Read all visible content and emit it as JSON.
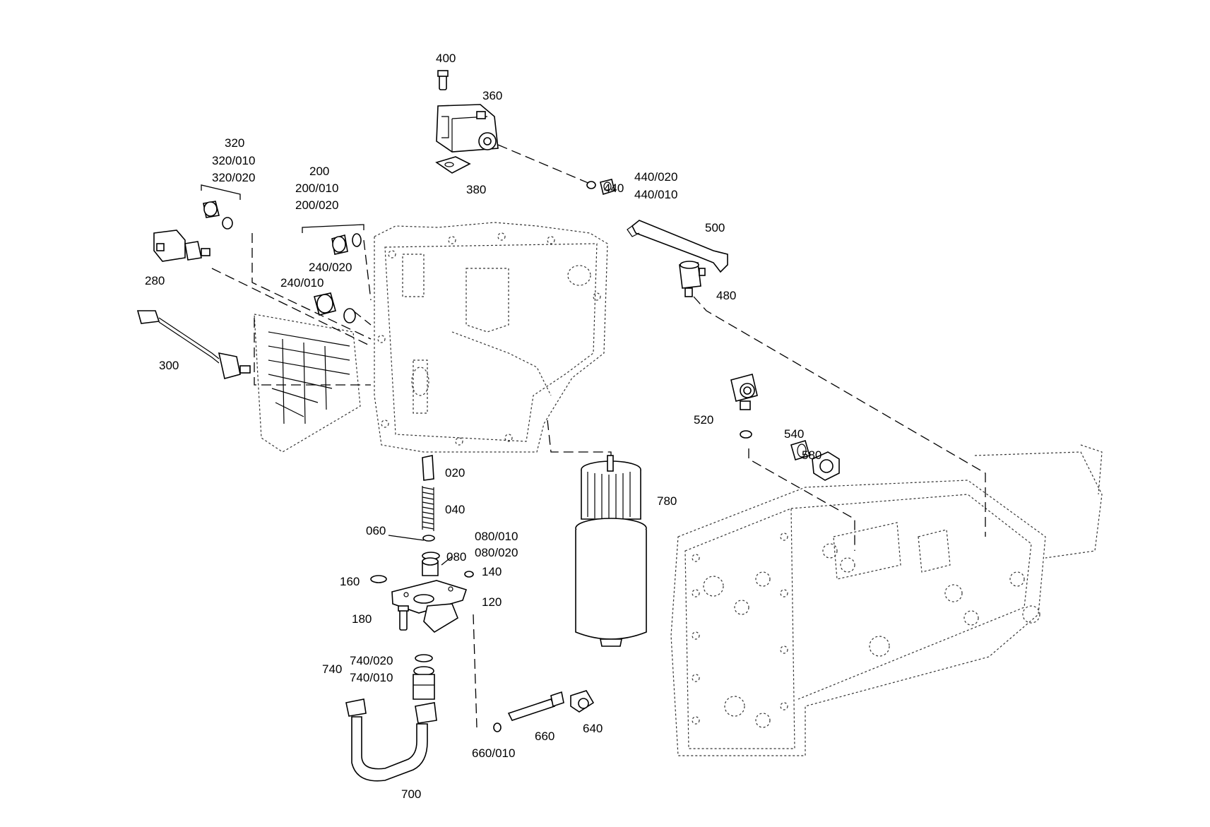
{
  "callouts": {
    "c400": "400",
    "c360": "360",
    "c380": "380",
    "c440": "440",
    "c440_020": "440/020",
    "c440_010": "440/010",
    "c500": "500",
    "c480": "480",
    "c320": "320",
    "c320_010": "320/010",
    "c320_020": "320/020",
    "c200": "200",
    "c200_010": "200/010",
    "c200_020": "200/020",
    "c240_020": "240/020",
    "c240_010": "240/010",
    "c280": "280",
    "c300": "300",
    "c520": "520",
    "c540": "540",
    "c580": "580",
    "c020": "020",
    "c040": "040",
    "c060": "060",
    "c080_010": "080/010",
    "c080_020": "080/020",
    "c080": "080",
    "c160": "160",
    "c140": "140",
    "c120": "120",
    "c180": "180",
    "c780": "780",
    "c740_020": "740/020",
    "c740": "740",
    "c740_010": "740/010",
    "c660": "660",
    "c640": "640",
    "c660_010": "660/010",
    "c700": "700"
  }
}
